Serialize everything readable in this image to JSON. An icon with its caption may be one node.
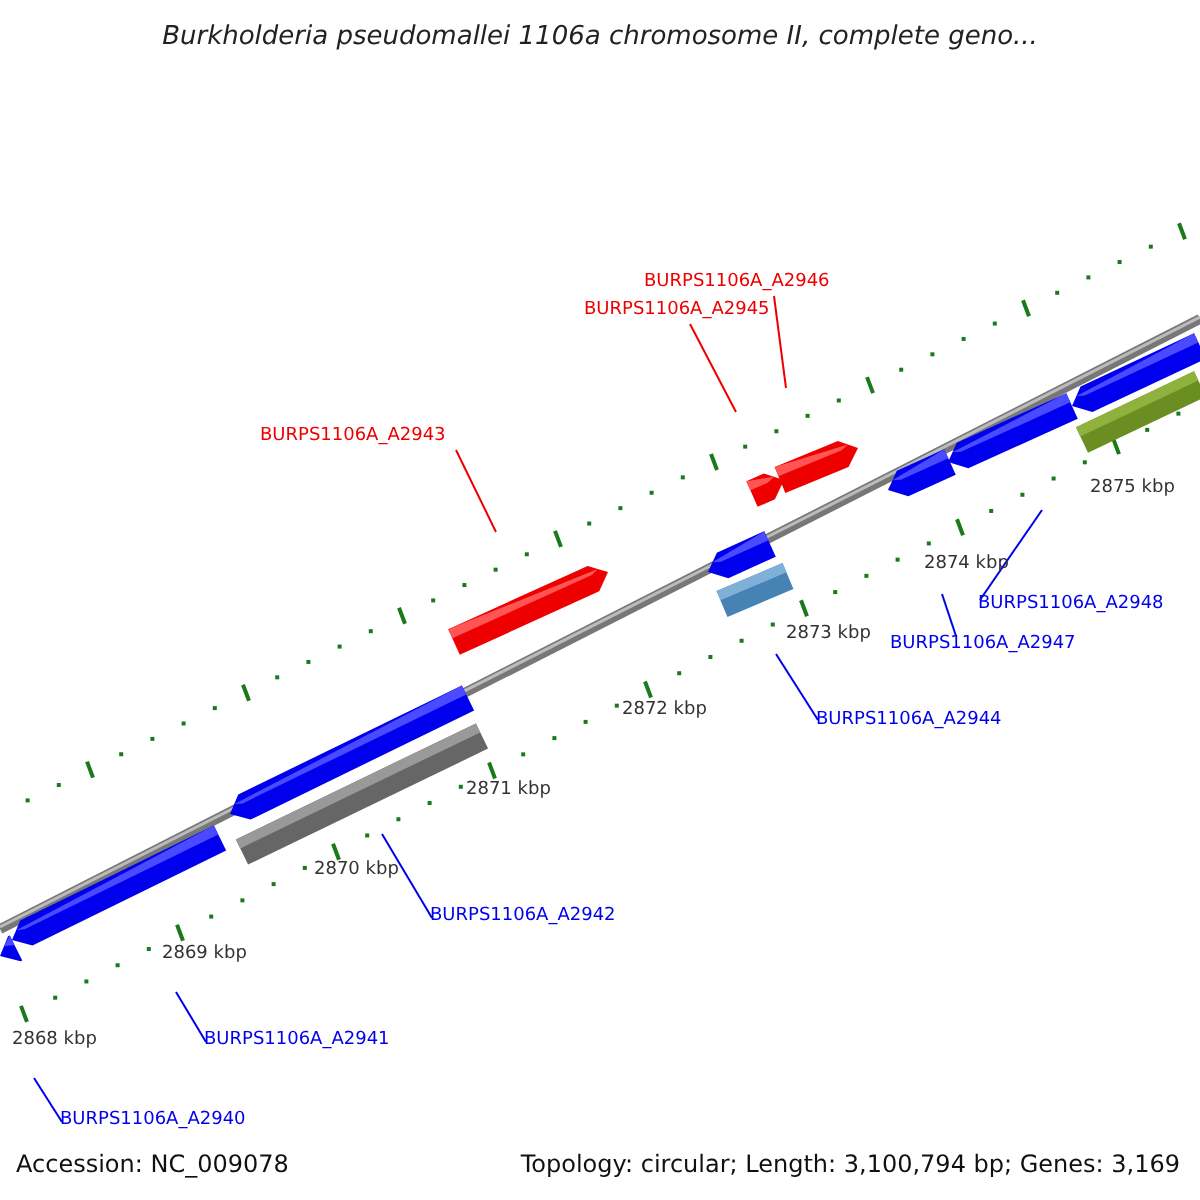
{
  "diagram": {
    "title": "Burkholderia pseudomallei 1106a chromosome II, complete geno...",
    "nodes": [
      {
        "text": [
          "BURPS1106A_A2946"
        ]
      },
      {
        "text": [
          "BURPS1106A_A2945"
        ]
      },
      {
        "text": [
          "BURPS1106A_A2943"
        ]
      },
      {
        "text": [
          "BURPS1106A_A2948"
        ]
      },
      {
        "text": [
          "BURPS1106A_A2947"
        ]
      },
      {
        "text": [
          "BURPS1106A_A2944"
        ]
      },
      {
        "text": [
          "BURPS1106A_A2942"
        ]
      },
      {
        "text": [
          "BURPS1106A_A2941"
        ]
      },
      {
        "text": [
          "BURPS1106A_A2940"
        ]
      }
    ],
    "edges": [
      {
        "from": 0,
        "to": null,
        "arrow": "none",
        "color": "#ee0000"
      },
      {
        "from": 1,
        "to": null,
        "arrow": "none",
        "color": "#ee0000"
      },
      {
        "from": 2,
        "to": null,
        "arrow": "none",
        "color": "#ee0000"
      },
      {
        "from": 3,
        "to": null,
        "arrow": "none"
      },
      {
        "from": 4,
        "to": null,
        "arrow": "none"
      },
      {
        "from": 5,
        "to": null,
        "arrow": "none"
      },
      {
        "from": 6,
        "to": null,
        "arrow": "none"
      },
      {
        "from": 7,
        "to": null,
        "arrow": "none"
      },
      {
        "from": 8,
        "to": null,
        "arrow": "none"
      }
    ],
    "labels": [
      "2868 kbp",
      "2869 kbp",
      "2870 kbp",
      "2871 kbp",
      "2872 kbp",
      "2873 kbp",
      "2874 kbp",
      "2875 kbp",
      "Accession: NC_009078",
      "Topology: circular; Length: 3,100,794 bp; Genes: 3,169"
    ]
  }
}
